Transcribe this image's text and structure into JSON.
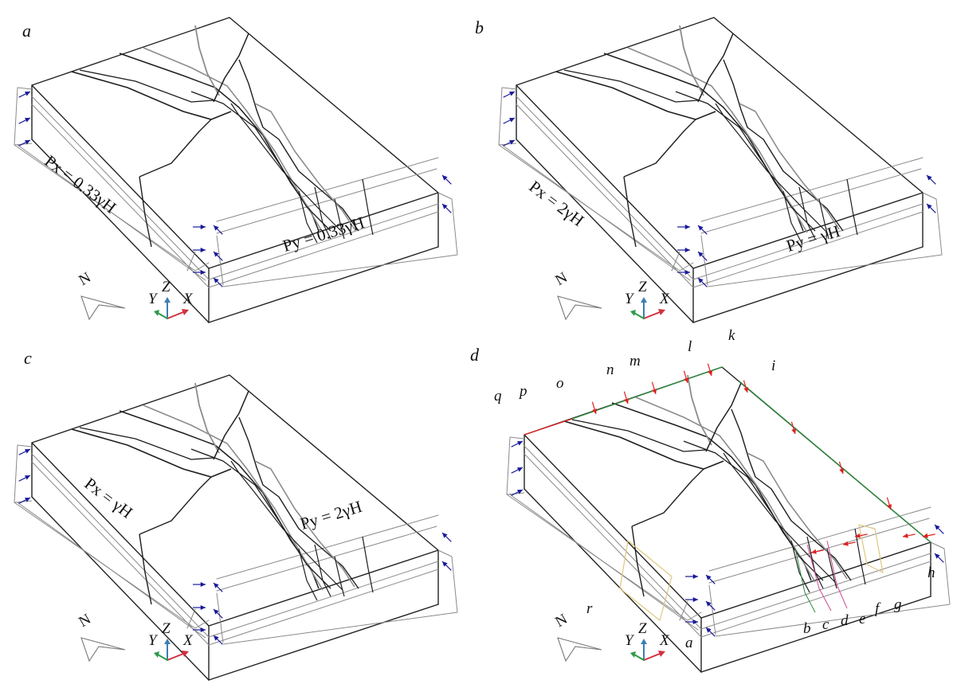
{
  "figure": {
    "panels": [
      {
        "id": "a",
        "label": "a",
        "px_label": "Px = 0.33γH",
        "py_label": "Py = 0.33γH"
      },
      {
        "id": "b",
        "label": "b",
        "px_label": "Px = 2γH",
        "py_label": "Py = γH"
      },
      {
        "id": "c",
        "label": "c",
        "px_label": "Px = γH",
        "py_label": "Py = 2γH"
      },
      {
        "id": "d",
        "label": "d"
      }
    ],
    "axes": {
      "x": "X",
      "y": "Y",
      "z": "Z"
    },
    "north": "N",
    "fault_labels": [
      "a",
      "b",
      "c",
      "d",
      "e",
      "f",
      "g",
      "h",
      "i",
      "k",
      "l",
      "m",
      "n",
      "o",
      "p",
      "q",
      "r"
    ],
    "colors": {
      "outline": "#222222",
      "frame": "#8a8a8a",
      "load_arrow": "#1a1a9a",
      "red_arrow": "#e02020",
      "green_edge": "#2e8b3e",
      "pink_edge": "#d04890",
      "yellow_box": "#e0c880",
      "axis_x": "#d23040",
      "axis_y": "#2e9a4a",
      "axis_z": "#3a7fb0"
    }
  }
}
